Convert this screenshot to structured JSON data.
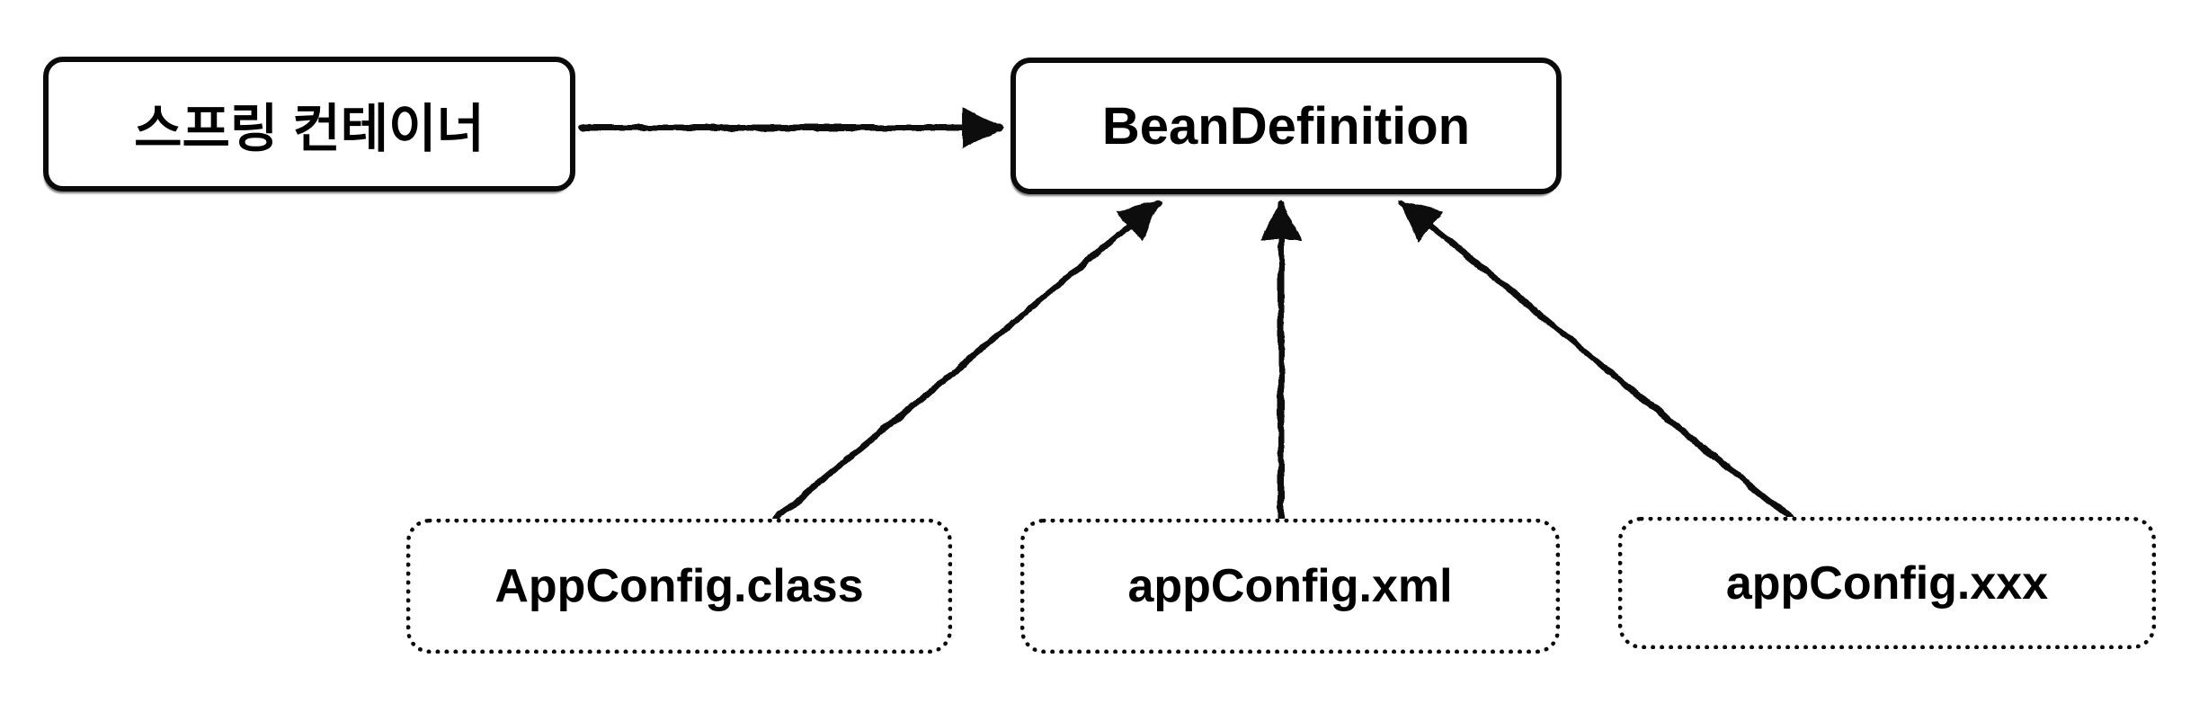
{
  "diagram": {
    "title": "BeanDefinition metadata sources",
    "colors": {
      "background": "#ffffff",
      "stroke": "#111111",
      "text": "#000000"
    },
    "nodes": {
      "spring_container": {
        "label": "스프링 컨테이너",
        "border": "solid"
      },
      "bean_definition": {
        "label": "BeanDefinition",
        "border": "solid"
      },
      "appconfig_class": {
        "label": "AppConfig.class",
        "border": "dotted"
      },
      "appconfig_xml": {
        "label": "appConfig.xml",
        "border": "dotted"
      },
      "appconfig_xxx": {
        "label": "appConfig.xxx",
        "border": "dotted"
      }
    },
    "edges": [
      {
        "from": "spring_container",
        "to": "bean_definition",
        "direction": "right"
      },
      {
        "from": "appconfig_class",
        "to": "bean_definition",
        "direction": "up"
      },
      {
        "from": "appconfig_xml",
        "to": "bean_definition",
        "direction": "up"
      },
      {
        "from": "appconfig_xxx",
        "to": "bean_definition",
        "direction": "up"
      }
    ]
  }
}
